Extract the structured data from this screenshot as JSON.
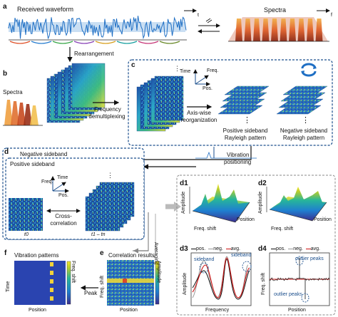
{
  "colors": {
    "accent_blue": "#1a4e8c",
    "orange": "#f08030",
    "red": "#cc1111"
  },
  "panel_a": {
    "letter": "a",
    "waveform_label": "Received waveform",
    "waveform_axis": "t",
    "spectra_label": "Spectra",
    "spectra_axis": "f"
  },
  "panel_b": {
    "letter": "b",
    "rearrangement": "Rearrangement",
    "spectra_label": "Spectra",
    "freq_demux_1": "Frequency",
    "freq_demux_2": "demultiplexing"
  },
  "panel_c": {
    "letter": "c",
    "axis_time": "Time",
    "axis_freq": "Freq.",
    "axis_pos": "Pos.",
    "axiswise_1": "Axis-wise",
    "axiswise_2": "reorganization",
    "pos_side_1": "Positive sideband",
    "pos_side_2": "Rayleigh pattern",
    "neg_side_1": "Negative sideband",
    "neg_side_2": "Rayleigh pattern",
    "dots": "⋮"
  },
  "vibration_positioning": {
    "line1": "Vibration",
    "line2": "positioning"
  },
  "panel_d": {
    "letter": "d",
    "negative_sideband": "Negative sideband",
    "positive_sideband": "Positive sideband",
    "axis_time": "Time",
    "axis_freq": "Freq.",
    "axis_pos": "Pos.",
    "cross_1": "Cross-",
    "cross_2": "correlation",
    "t0": "t0",
    "t1": "t1 – tn",
    "averaging": "Averaging"
  },
  "panel_d1": {
    "letter": "d1",
    "ylabel": "Amplitude",
    "xlabel": "Freq. shift",
    "zlabel": "Position"
  },
  "panel_d2": {
    "letter": "d2",
    "ylabel": "Amplitude",
    "xlabel": "Freq. shift",
    "zlabel": "Position"
  },
  "panel_d3": {
    "letter": "d3",
    "legend": [
      "pos.",
      "neg.",
      "avg."
    ],
    "ylabel": "Amplitude",
    "xlabel": "Frequency",
    "sideband_left": "sideband",
    "sideband_right": "sideband"
  },
  "panel_d4": {
    "letter": "d4",
    "legend": [
      "pos.",
      "neg.",
      "avg."
    ],
    "ylabel": "Freq. shift",
    "xlabel": "Position",
    "outlier_top": "outlier peaks",
    "outlier_bottom": "outlier peaks"
  },
  "panel_e": {
    "letter": "e",
    "title": "Correlation results",
    "ylabel": "Freq. shift",
    "xlabel": "Position",
    "colorbar": "Amplitude"
  },
  "panel_f": {
    "letter": "f",
    "title": "Vibration patterns",
    "ylabel": "Time",
    "xlabel": "Position",
    "right_label": "Freq. shift",
    "peak": "Peak"
  }
}
